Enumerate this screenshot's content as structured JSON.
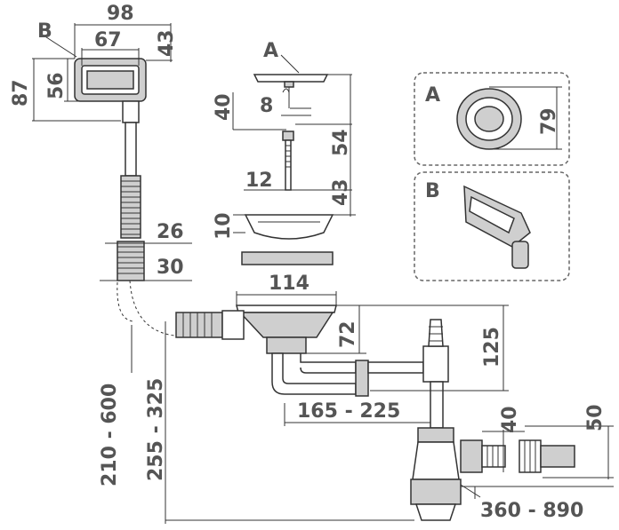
{
  "labels": {
    "b_top": "B",
    "a_top": "A",
    "inset_a": "A",
    "inset_b": "B"
  },
  "dimensions": {
    "d98": "98",
    "d67": "67",
    "d43_top": "43",
    "d87": "87",
    "d56": "56",
    "d40_a": "40",
    "d8": "8",
    "d54": "54",
    "d12": "12",
    "d43_mid": "43",
    "d10": "10",
    "d79": "79",
    "d26": "26",
    "d30": "30",
    "d114": "114",
    "d72": "72",
    "d125": "125",
    "d210_600": "210 - 600",
    "d255_325": "255 - 325",
    "d165_225": "165 - 225",
    "d40_bottom": "40",
    "d50": "50",
    "d360_890": "360 - 890"
  }
}
